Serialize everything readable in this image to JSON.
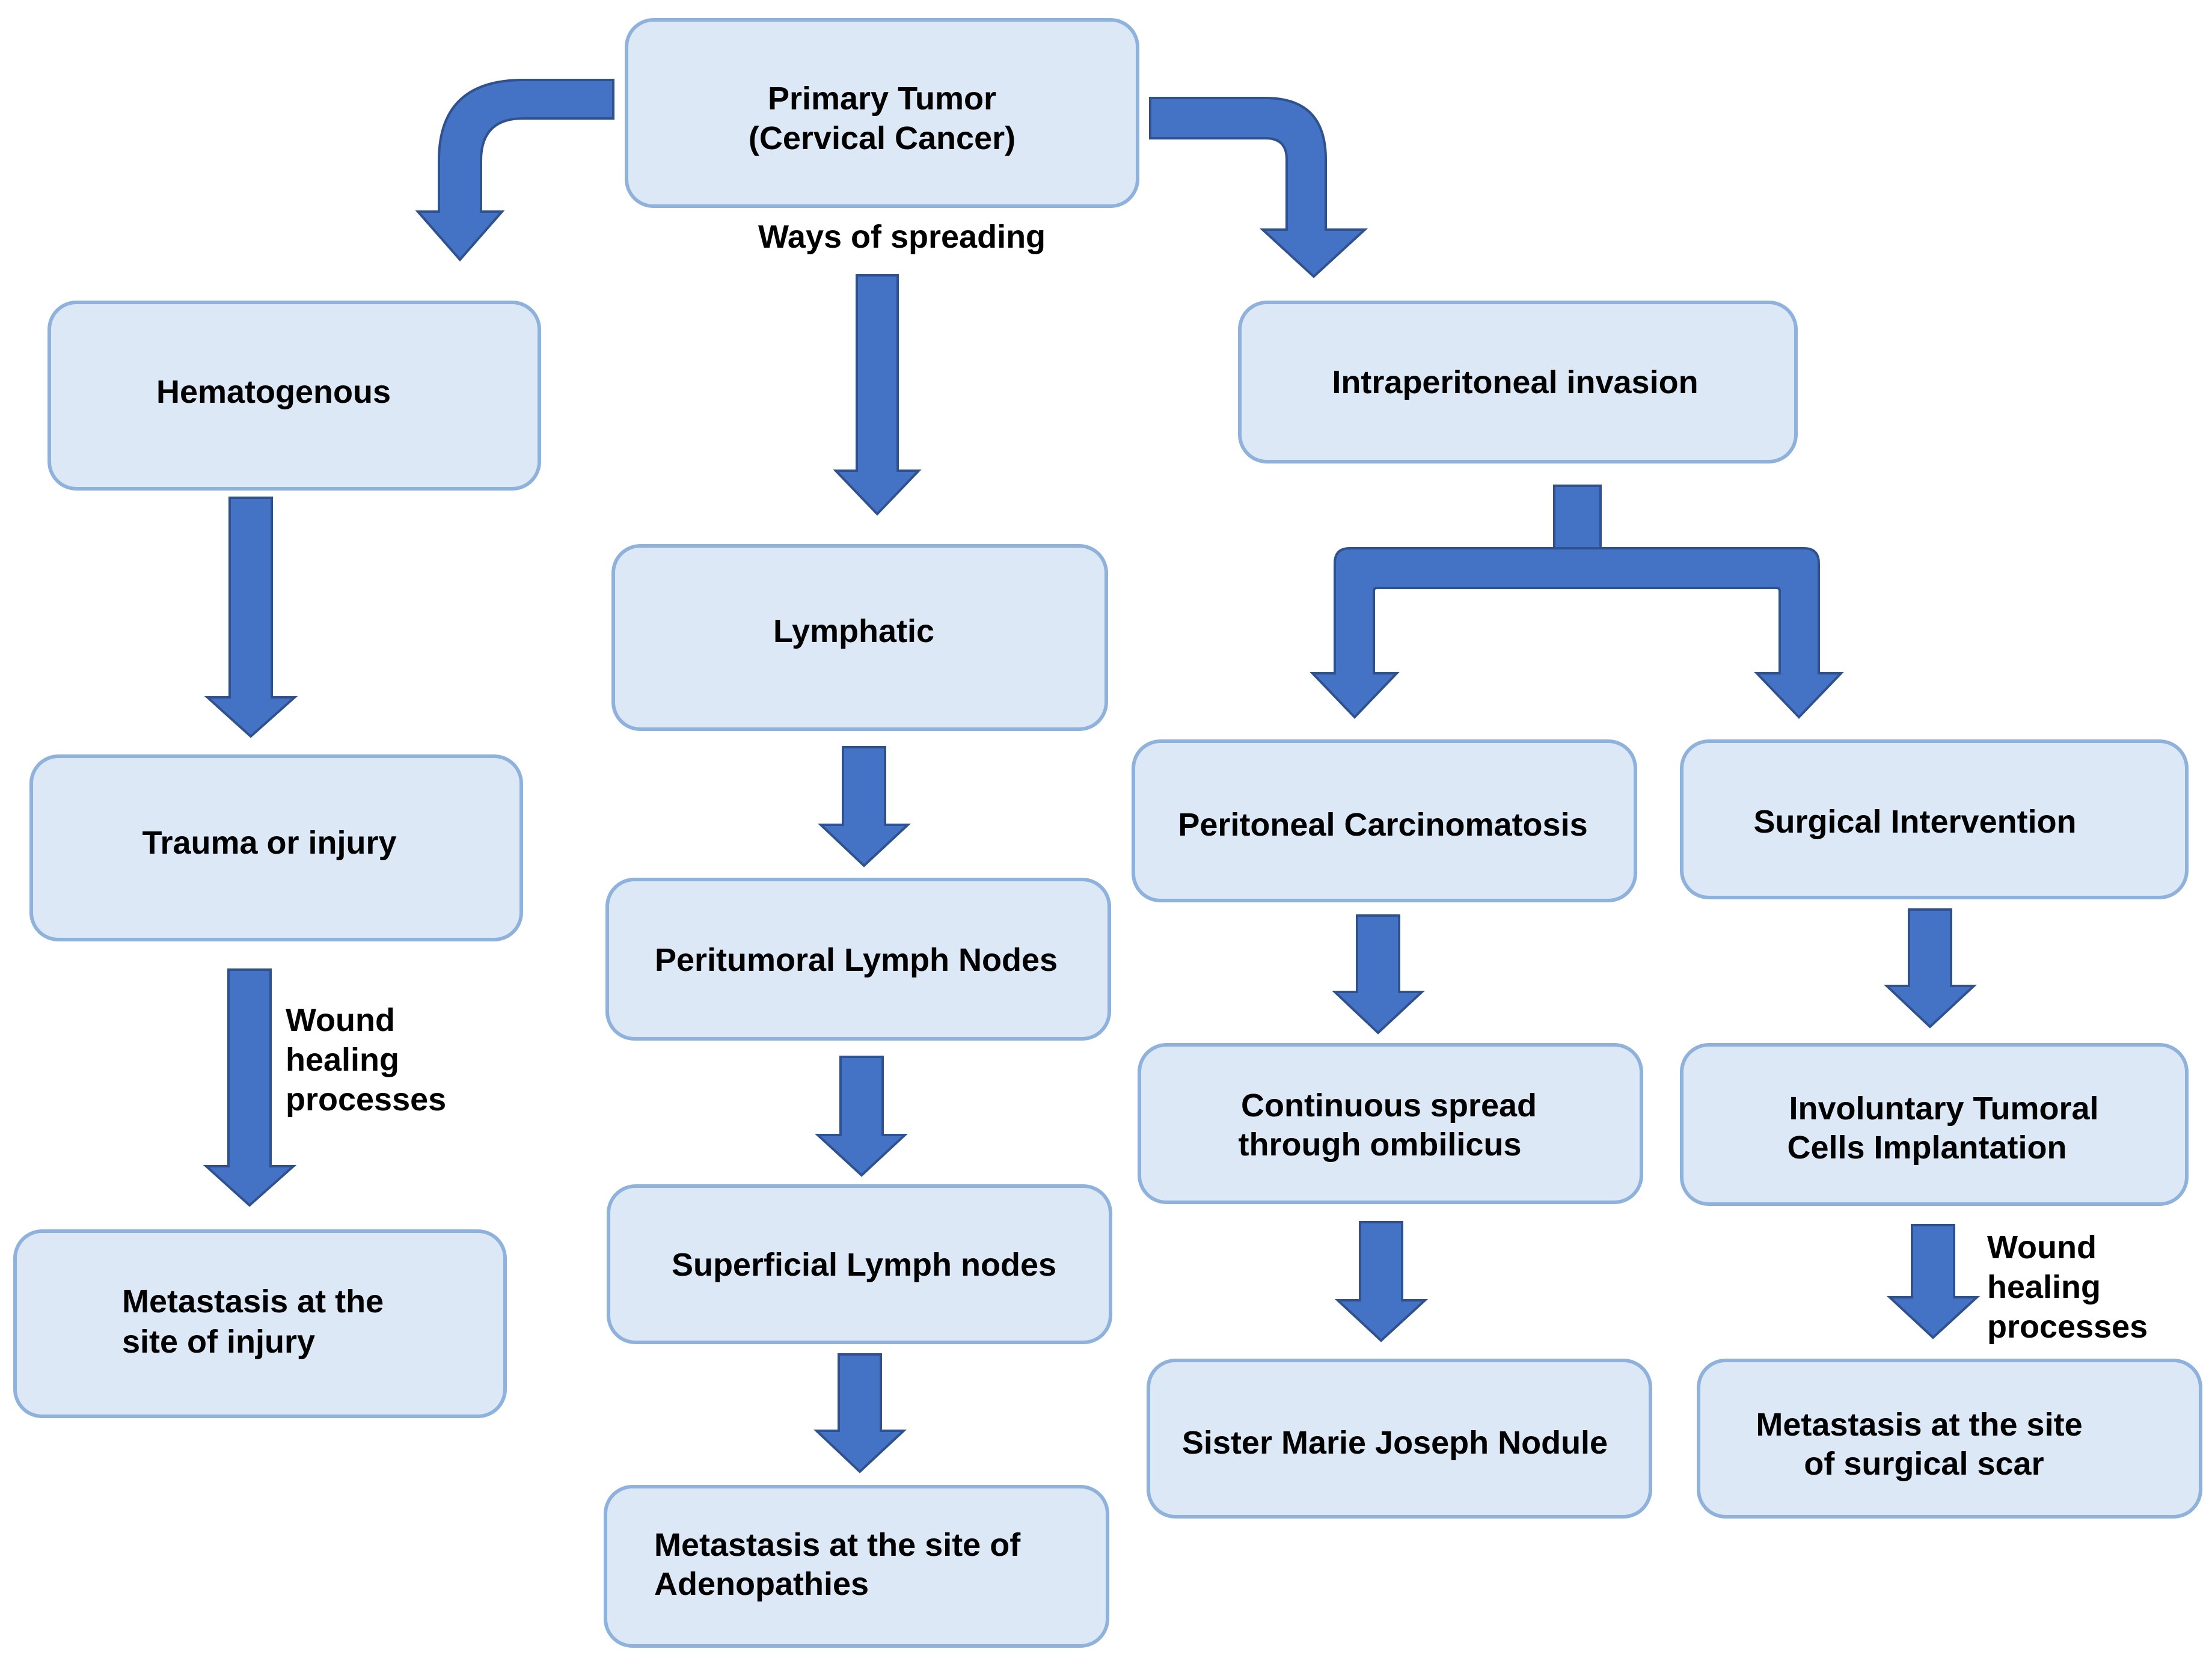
{
  "nodes": {
    "primary_tumor": {
      "line1": "Primary Tumor",
      "line2": "(Cervical Cancer)"
    },
    "hematogenous": {
      "label": "Hematogenous"
    },
    "lymphatic": {
      "label": "Lymphatic"
    },
    "intraperitoneal": {
      "label": "Intraperitoneal invasion"
    },
    "trauma": {
      "label": "Trauma or injury"
    },
    "metastasis_injury": {
      "line1": "Metastasis at the",
      "line2": "site of injury"
    },
    "peritumoral": {
      "label": "Peritumoral Lymph Nodes"
    },
    "superficial": {
      "label": "Superficial Lymph nodes"
    },
    "metastasis_adeno": {
      "line1": "Metastasis at the site of",
      "line2": "Adenopathies"
    },
    "peritoneal_carcinomatosis": {
      "label": "Peritoneal Carcinomatosis"
    },
    "surgical_intervention": {
      "label": "Surgical Intervention"
    },
    "continuous_spread": {
      "line1": "Continuous spread",
      "line2": "through ombilicus"
    },
    "involuntary_implantation": {
      "line1": "Involuntary Tumoral",
      "line2": "Cells Implantation"
    },
    "sister_marie_joseph": {
      "label": "Sister Marie Joseph Nodule"
    },
    "metastasis_scar": {
      "line1": "Metastasis at the site",
      "line2": "of surgical scar"
    }
  },
  "edge_labels": {
    "ways_of_spreading": "Ways of spreading",
    "wound_left": {
      "line1": "Wound",
      "line2": "healing",
      "line3": "processes"
    },
    "wound_right": {
      "line1": "Wound",
      "line2": "healing",
      "line3": "processes"
    }
  },
  "colors": {
    "box_fill": "#dce8f5",
    "box_border": "#8fb2dc",
    "arrow_fill": "#4472c4",
    "arrow_border": "#2f528f",
    "text": "#000000"
  }
}
